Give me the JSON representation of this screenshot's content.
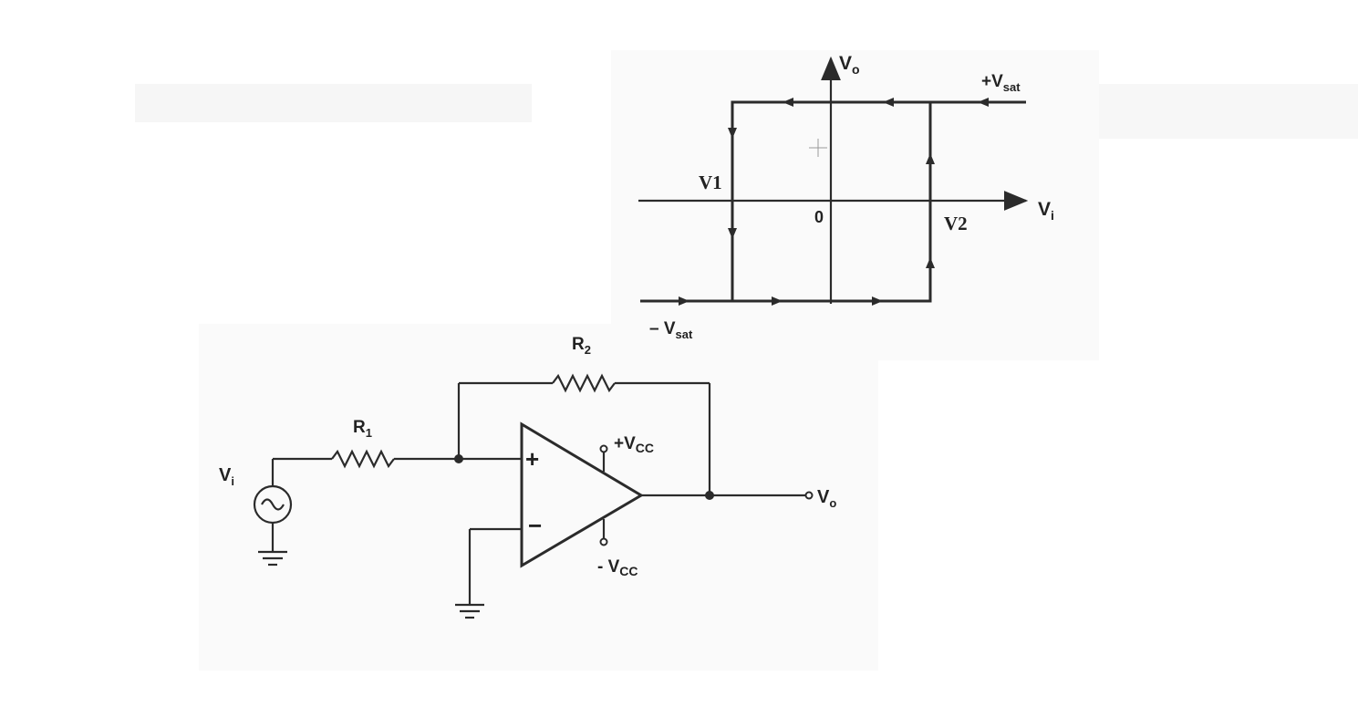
{
  "hysteresis": {
    "y_axis": "V",
    "y_axis_sub": "o",
    "x_axis": "V",
    "x_axis_sub": "i",
    "origin": "0",
    "v1": "V1",
    "v2": "V2",
    "pos_sat": "+V",
    "pos_sat_sub": "sat",
    "neg_sat": "– V",
    "neg_sat_sub": "sat"
  },
  "circuit": {
    "r1": "R",
    "r1_sub": "1",
    "r2": "R",
    "r2_sub": "2",
    "vin": "V",
    "vin_sub": "i",
    "vout": "V",
    "vout_sub": "o",
    "plus": "+",
    "minus": "−",
    "vcc_pos": "+V",
    "vcc_pos_sub": "CC",
    "vcc_neg": "- V",
    "vcc_neg_sub": "CC"
  }
}
